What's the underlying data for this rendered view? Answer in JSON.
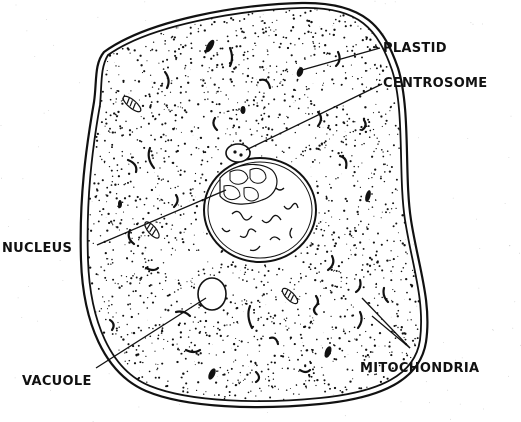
{
  "figure": {
    "labels": {
      "plastid": "PLASTID",
      "centrosome": "CENTROSOME",
      "nucleus": "NUCLEUS",
      "vacuole": "VACUOLE",
      "mitochondria": "MITOCHONDRIA"
    },
    "colors": {
      "ink": "#111111",
      "background": "#ffffff"
    }
  }
}
